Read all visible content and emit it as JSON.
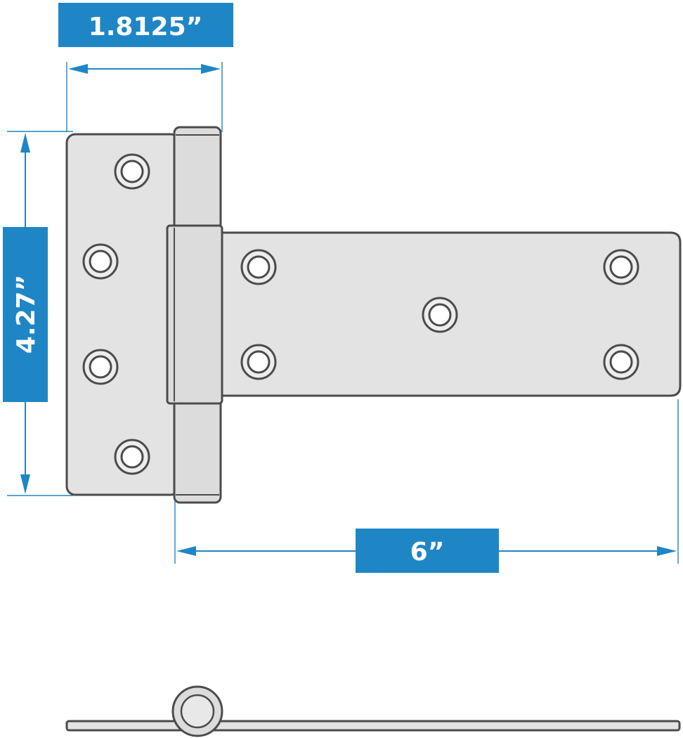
{
  "dimensions": {
    "width_label": "1.8125”",
    "height_label": "4.27”",
    "length_label": "6”"
  },
  "colors": {
    "accent": "#1f86c6",
    "outline": "#4b4b4b",
    "metal": "#e3e3e3"
  }
}
